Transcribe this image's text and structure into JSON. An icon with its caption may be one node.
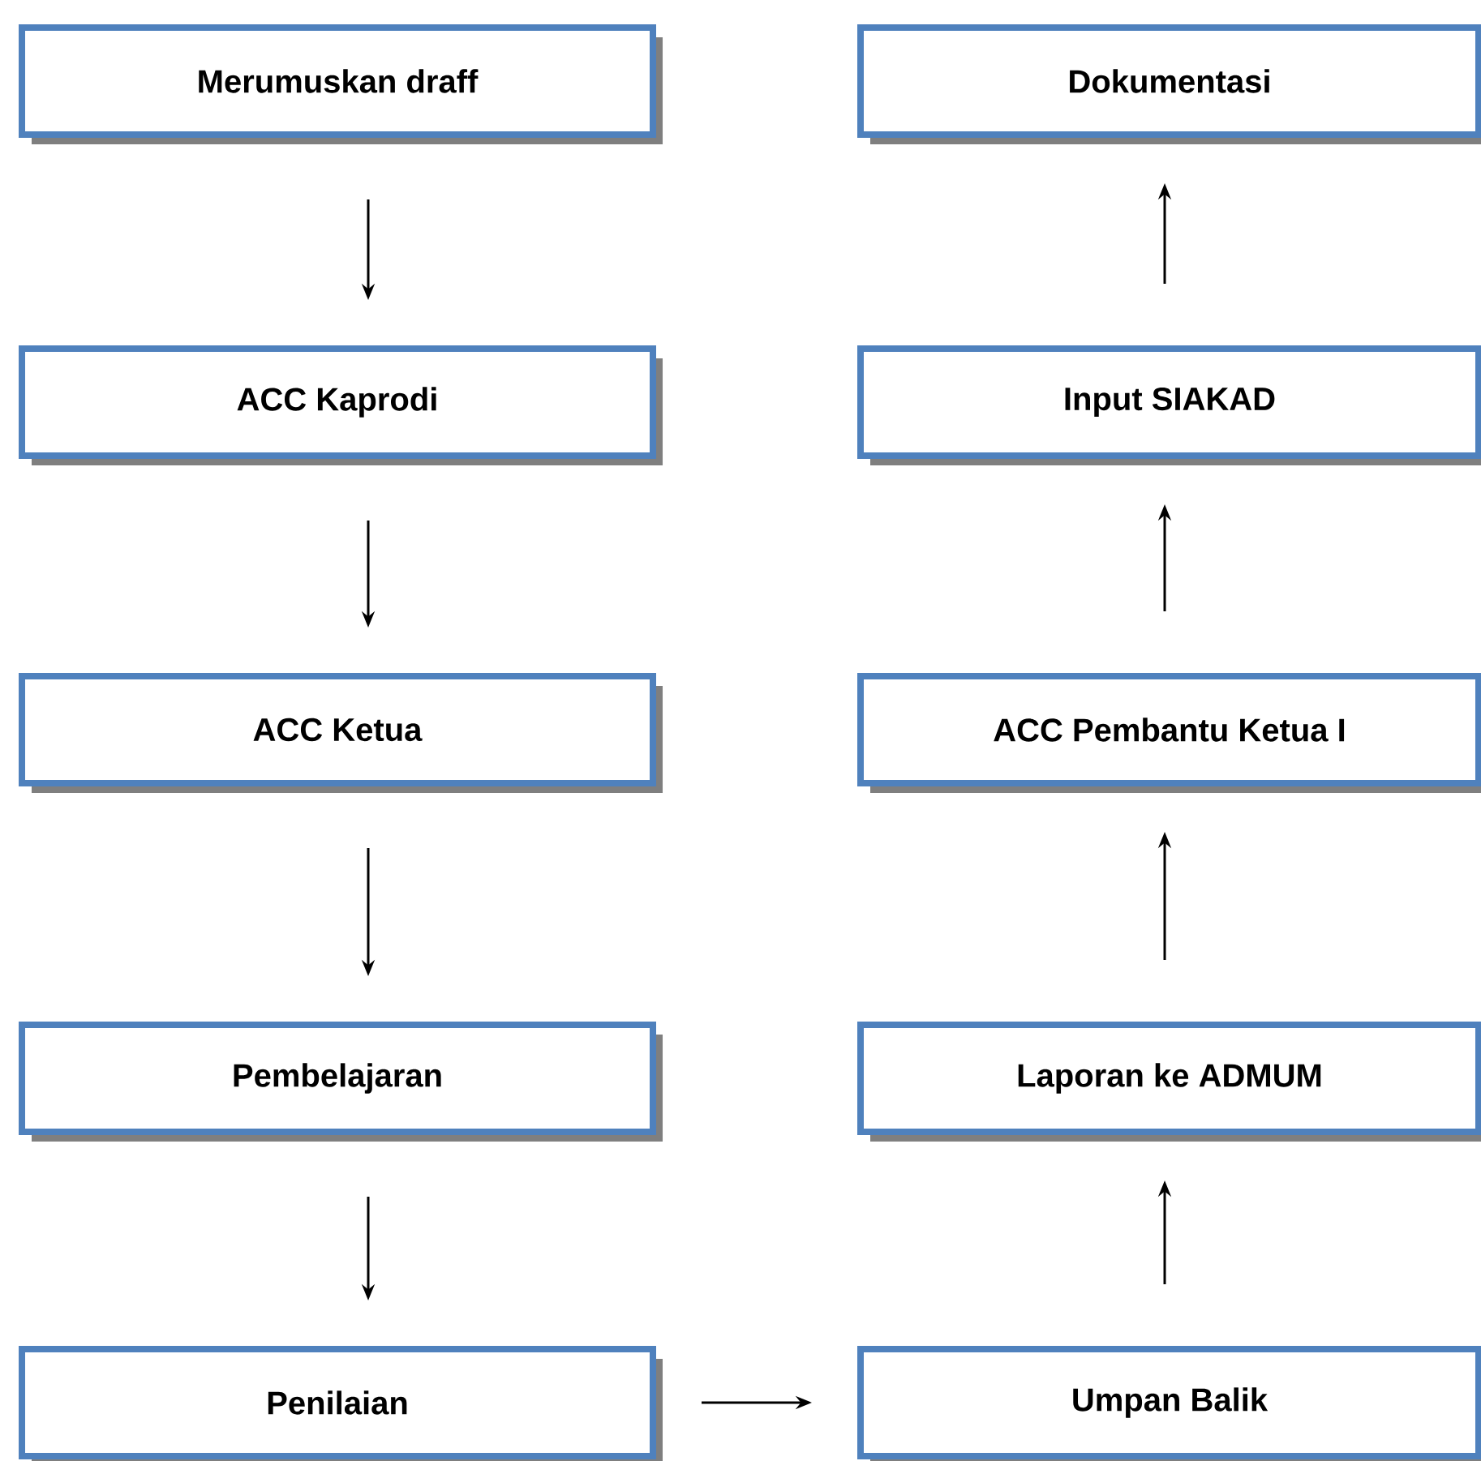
{
  "diagram": {
    "nodes": [
      {
        "text": [
          "Merumuskan draff"
        ]
      },
      {
        "text": [
          "ACC Kaprodi"
        ]
      },
      {
        "text": [
          "ACC Ketua"
        ]
      },
      {
        "text": [
          "Pembelajaran"
        ]
      },
      {
        "text": [
          "Penilaian"
        ]
      },
      {
        "text": [
          "Umpan Balik"
        ]
      },
      {
        "text": [
          "Laporan ke ADMUM"
        ]
      },
      {
        "text": [
          "ACC Pembantu Ketua I"
        ]
      },
      {
        "text": [
          "Input SIAKAD"
        ]
      },
      {
        "text": [
          "Dokumentasi"
        ]
      }
    ],
    "edges": [
      {
        "from": 0,
        "to": 1,
        "arrow": "to"
      },
      {
        "from": 1,
        "to": 2,
        "arrow": "to"
      },
      {
        "from": 2,
        "to": 3,
        "arrow": "to"
      },
      {
        "from": 3,
        "to": 4,
        "arrow": "to"
      },
      {
        "from": 4,
        "to": 5,
        "arrow": "to"
      },
      {
        "from": 5,
        "to": 6,
        "arrow": "to"
      },
      {
        "from": 6,
        "to": 7,
        "arrow": "to"
      },
      {
        "from": 7,
        "to": 8,
        "arrow": "to"
      },
      {
        "from": 8,
        "to": 9,
        "arrow": "to"
      }
    ]
  }
}
